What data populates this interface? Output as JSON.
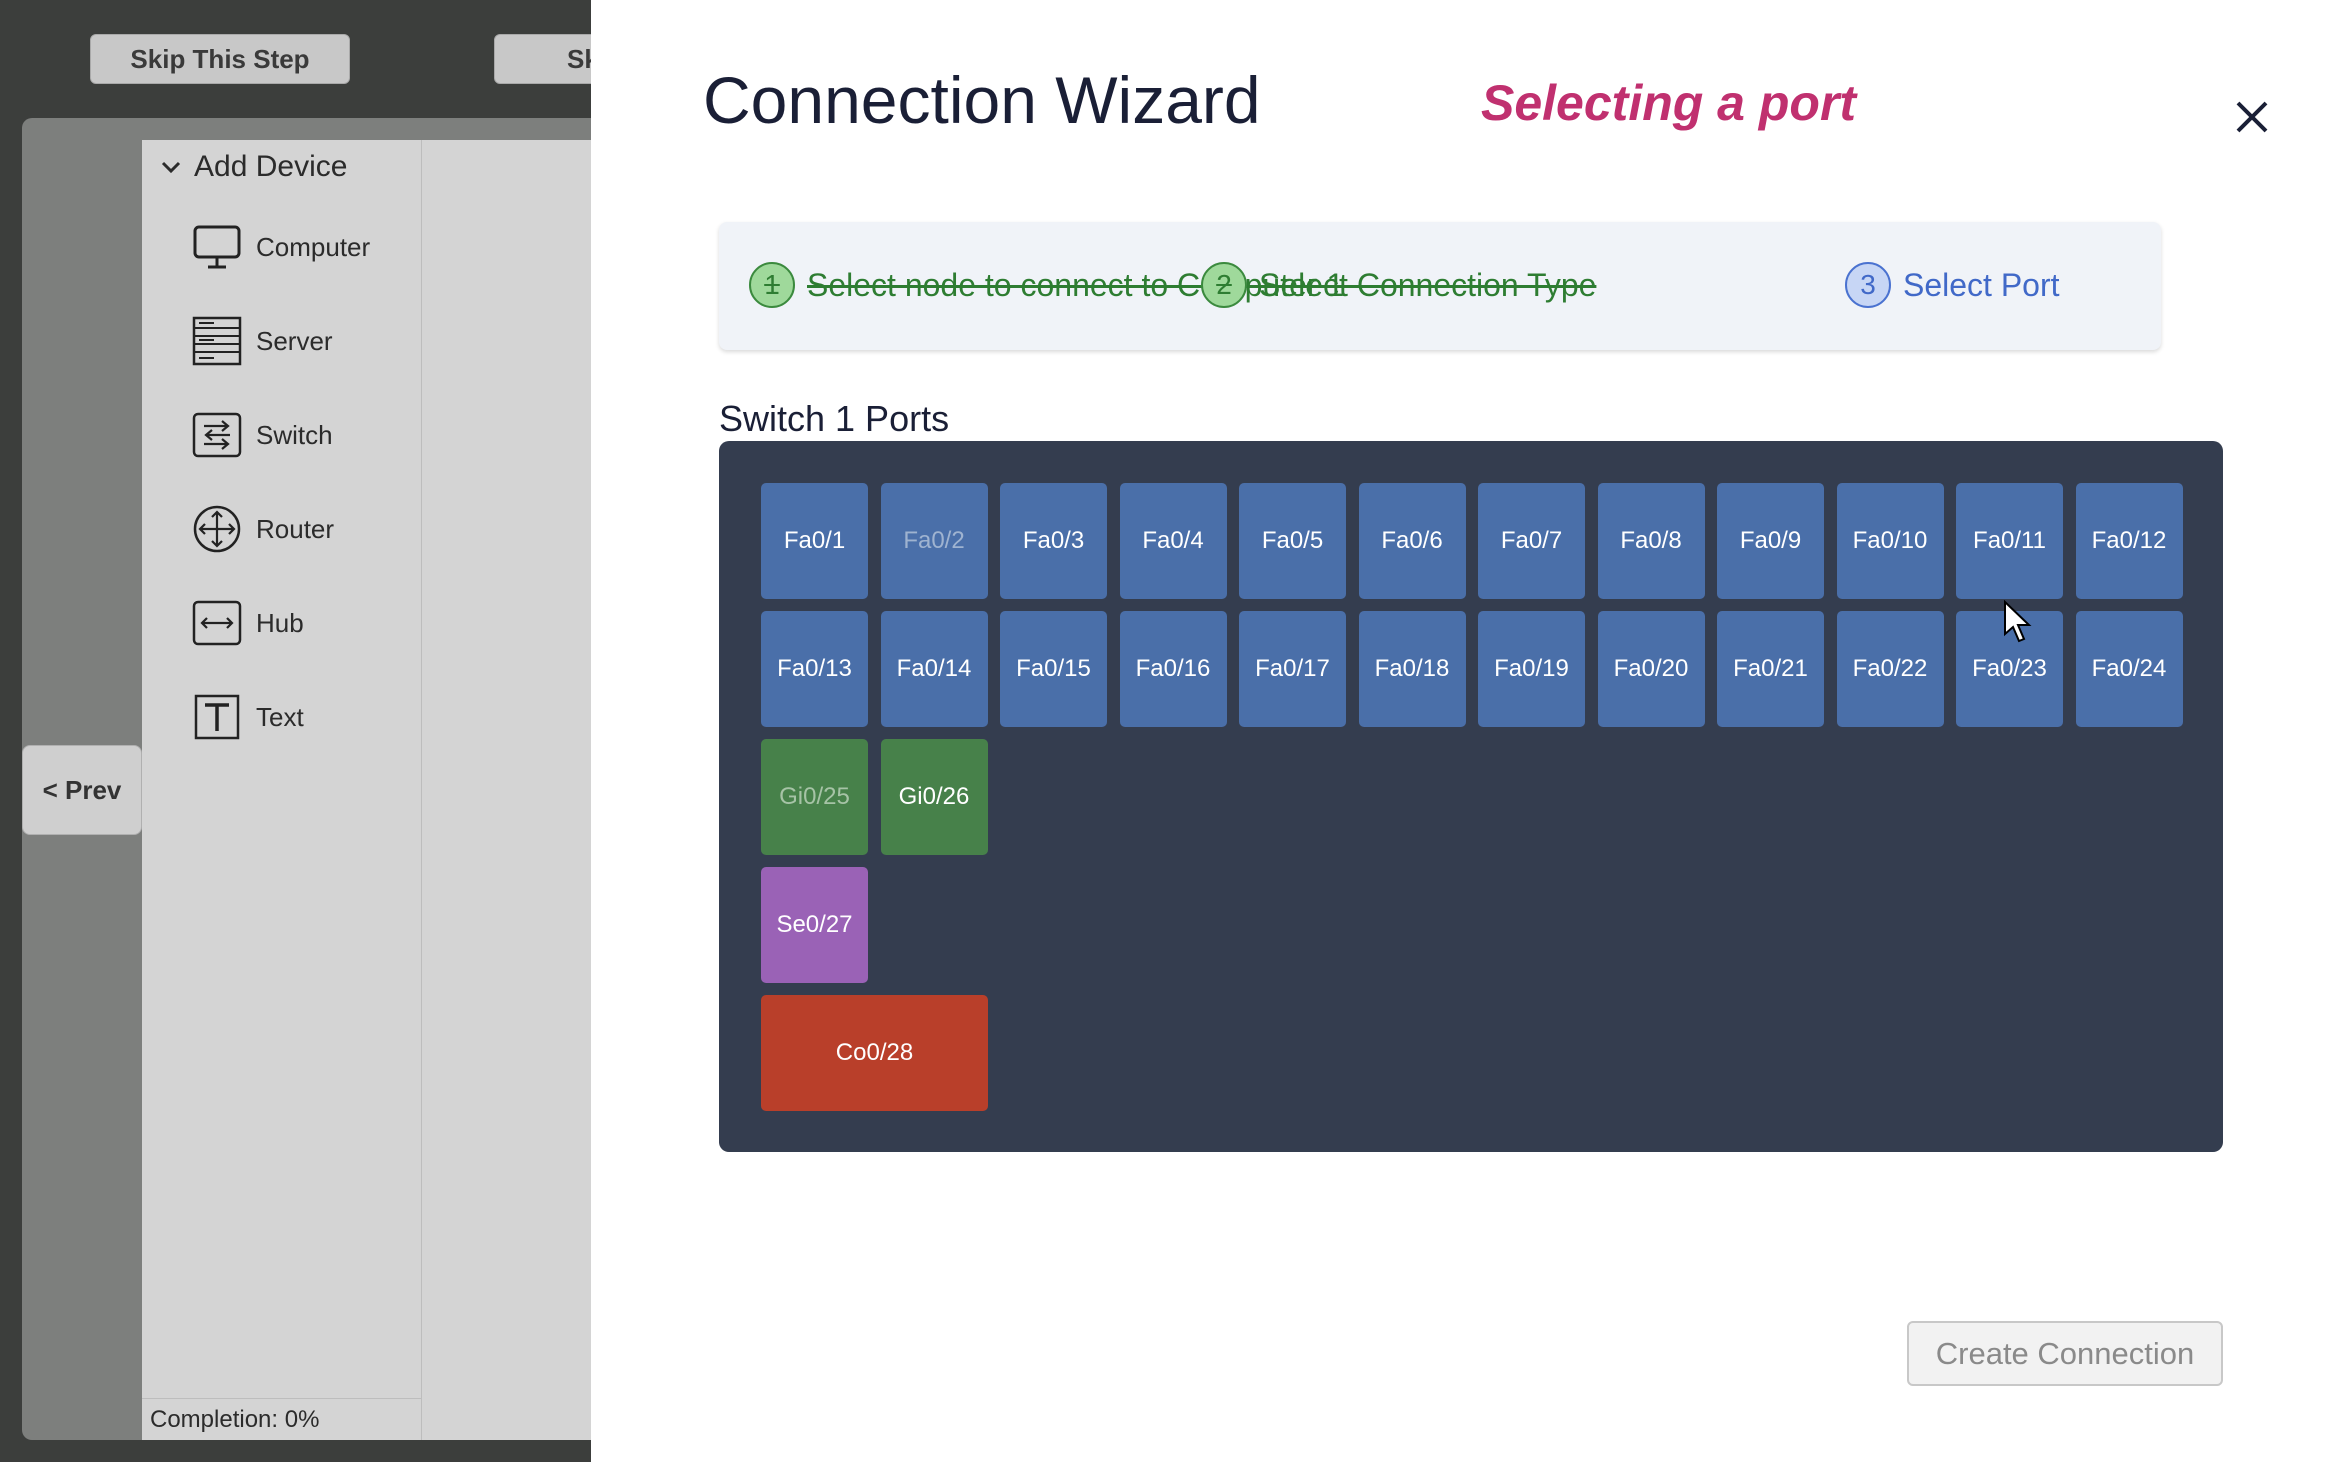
{
  "background": {
    "top_buttons": [
      "Skip This Step",
      "Sk"
    ],
    "prev_label": "< Prev",
    "sidebar": {
      "section_label": "Add Device",
      "items": [
        {
          "label": "Computer",
          "icon": "computer-icon"
        },
        {
          "label": "Server",
          "icon": "server-icon"
        },
        {
          "label": "Switch",
          "icon": "switch-icon"
        },
        {
          "label": "Router",
          "icon": "router-icon"
        },
        {
          "label": "Hub",
          "icon": "hub-icon"
        },
        {
          "label": "Text",
          "icon": "text-icon"
        }
      ],
      "completion": "Completion: 0%"
    }
  },
  "modal": {
    "title": "Connection Wizard",
    "subtitle": "Selecting a port",
    "close_icon": "close-icon",
    "steps": [
      {
        "number": "1",
        "label": "Select node to connect to Computer 1",
        "state": "done"
      },
      {
        "number": "2",
        "label": "Select Connection Type",
        "state": "done"
      },
      {
        "number": "3",
        "label": "Select Port",
        "state": "active"
      }
    ],
    "ports_heading": "Switch 1 Ports",
    "ports": [
      {
        "label": "Fa0/1",
        "type": "fa",
        "available": true
      },
      {
        "label": "Fa0/2",
        "type": "fa",
        "available": false
      },
      {
        "label": "Fa0/3",
        "type": "fa",
        "available": true
      },
      {
        "label": "Fa0/4",
        "type": "fa",
        "available": true
      },
      {
        "label": "Fa0/5",
        "type": "fa",
        "available": true
      },
      {
        "label": "Fa0/6",
        "type": "fa",
        "available": true
      },
      {
        "label": "Fa0/7",
        "type": "fa",
        "available": true
      },
      {
        "label": "Fa0/8",
        "type": "fa",
        "available": true
      },
      {
        "label": "Fa0/9",
        "type": "fa",
        "available": true
      },
      {
        "label": "Fa0/10",
        "type": "fa",
        "available": true
      },
      {
        "label": "Fa0/11",
        "type": "fa",
        "available": true
      },
      {
        "label": "Fa0/12",
        "type": "fa",
        "available": true
      },
      {
        "label": "Fa0/13",
        "type": "fa",
        "available": true
      },
      {
        "label": "Fa0/14",
        "type": "fa",
        "available": true
      },
      {
        "label": "Fa0/15",
        "type": "fa",
        "available": true
      },
      {
        "label": "Fa0/16",
        "type": "fa",
        "available": true
      },
      {
        "label": "Fa0/17",
        "type": "fa",
        "available": true
      },
      {
        "label": "Fa0/18",
        "type": "fa",
        "available": true
      },
      {
        "label": "Fa0/19",
        "type": "fa",
        "available": true
      },
      {
        "label": "Fa0/20",
        "type": "fa",
        "available": true
      },
      {
        "label": "Fa0/21",
        "type": "fa",
        "available": true
      },
      {
        "label": "Fa0/22",
        "type": "fa",
        "available": true
      },
      {
        "label": "Fa0/23",
        "type": "fa",
        "available": true
      },
      {
        "label": "Fa0/24",
        "type": "fa",
        "available": true
      },
      {
        "label": "Gi0/25",
        "type": "gi",
        "available": false
      },
      {
        "label": "Gi0/26",
        "type": "gi",
        "available": true
      },
      {
        "label": "Se0/27",
        "type": "se",
        "available": true
      },
      {
        "label": "Co0/28",
        "type": "co",
        "available": true
      }
    ],
    "create_button": "Create Connection"
  },
  "colors": {
    "fa_port": "#4a6fa9",
    "gi_port": "#47814a",
    "se_port": "#9a62b6",
    "co_port": "#b93f2a",
    "subtitle": "#c0306f",
    "step_done": "#2e7d32",
    "step_active": "#4169c8",
    "panel": "#343d4f"
  }
}
